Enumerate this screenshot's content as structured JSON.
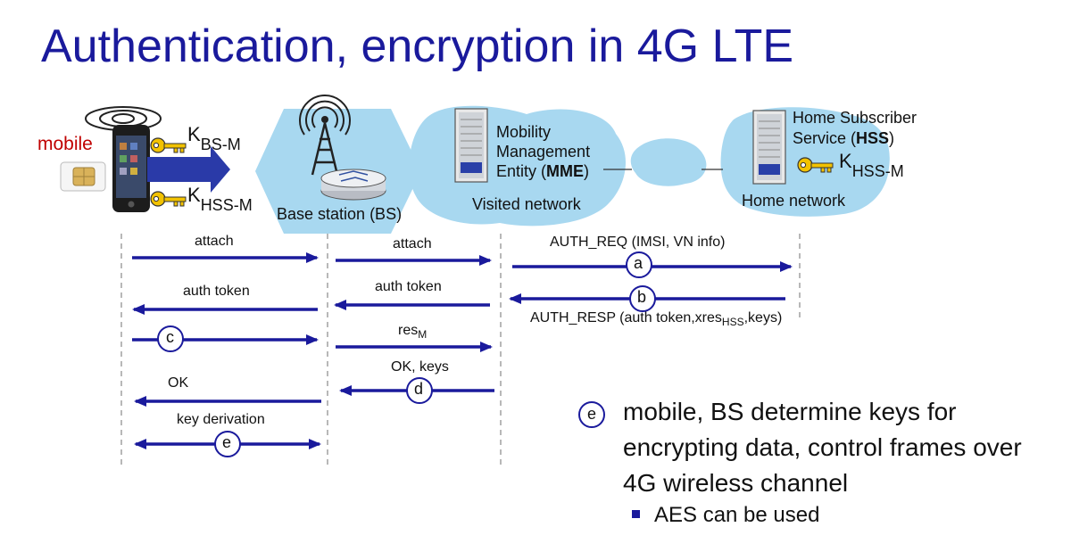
{
  "title": "Authentication, encryption in 4G LTE",
  "entities": {
    "mobile": "mobile",
    "base_station": "Base station (BS)",
    "mme_line1": "Mobility",
    "mme_line2": "Management",
    "mme_line3_pre": "Entity (",
    "mme_bold": "MME",
    "mme_line3_post": ")",
    "visited_network": "Visited network",
    "hss_line1": "Home Subscriber",
    "hss_line2_pre": "Service (",
    "hss_bold": "HSS",
    "hss_line2_post": ")",
    "home_network": "Home network"
  },
  "keys": {
    "k": "K",
    "bs_m": "BS-M",
    "hss_m": "HSS-M"
  },
  "messages": {
    "attach_1": "attach",
    "attach_2": "attach",
    "auth_req": "AUTH_REQ (IMSI, VN info)",
    "auth_token_1": "auth token",
    "auth_token_2": "auth token",
    "auth_resp_pre": "AUTH_RESP (auth token,xres",
    "auth_resp_sub": "HSS",
    "auth_resp_post": ",keys)",
    "res": "res",
    "res_sub": "M",
    "ok": "OK",
    "ok_keys": "OK, keys",
    "key_derivation": "key derivation"
  },
  "step_markers": {
    "a": "a",
    "b": "b",
    "c": "c",
    "d": "d",
    "e": "e"
  },
  "note": {
    "marker": "e",
    "text": "mobile, BS determine keys for encrypting data, control frames over 4G wireless channel",
    "bullet": "AES can be used"
  },
  "colors": {
    "title": "#1a1a9c",
    "arrow": "#1a1a9c",
    "network_cloud": "#a8d8f0",
    "mobile_label": "#c00000",
    "key": "#f2c200"
  }
}
